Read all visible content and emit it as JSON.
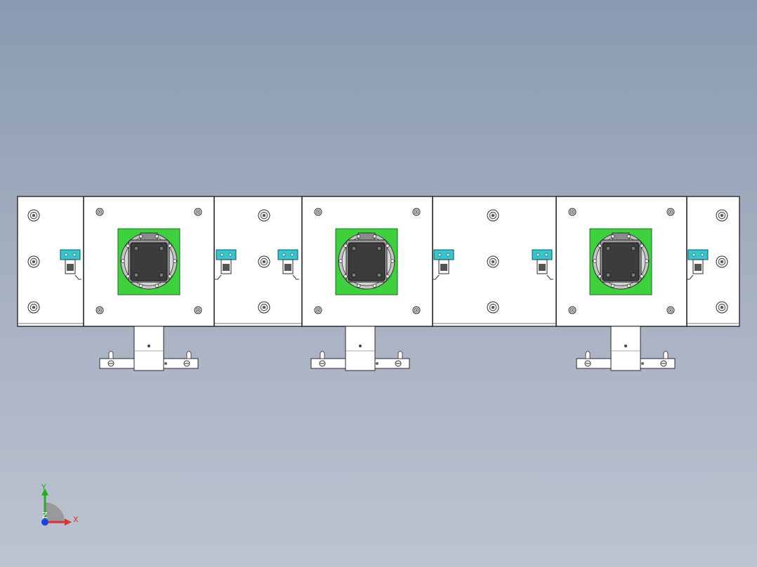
{
  "viewport": {
    "background_top": "#8a9ab0",
    "background_bottom": "#bdc3d0"
  },
  "model": {
    "panel_color": "#ffffff",
    "edge_color": "#2a2a2a",
    "fixture_green": "#3dd13d",
    "fixture_core": "#3c3c3c",
    "sensor_color": "#33c6cf",
    "station_count": 3,
    "sensor_count": 6
  },
  "triad": {
    "x_label": "X",
    "y_label": "Y",
    "z_label": "Z",
    "x_color": "#e03030",
    "y_color": "#20b020",
    "z_color": "#2040e0"
  }
}
